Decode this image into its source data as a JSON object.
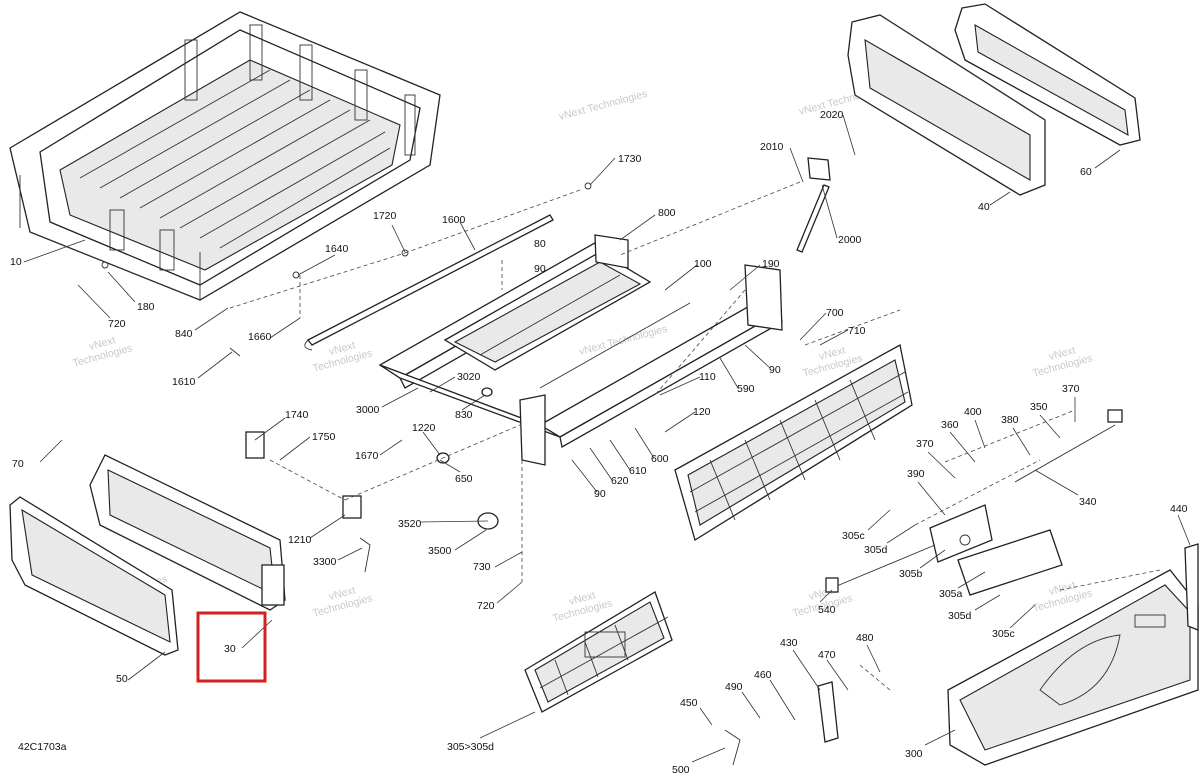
{
  "diagram": {
    "diagram_id": "42C1703a",
    "highlight_color": "#d42020",
    "line_color": "#222222",
    "watermark": {
      "line1": "vNext",
      "line2": "Technologies",
      "inline": "vNext Technologies"
    },
    "callouts": [
      {
        "id": "c10",
        "label": "10"
      },
      {
        "id": "c180",
        "label": "180"
      },
      {
        "id": "c720a",
        "label": "720"
      },
      {
        "id": "c840",
        "label": "840"
      },
      {
        "id": "c1720",
        "label": "1720"
      },
      {
        "id": "c1600",
        "label": "1600"
      },
      {
        "id": "c1730",
        "label": "1730"
      },
      {
        "id": "c800",
        "label": "800"
      },
      {
        "id": "c80",
        "label": "80"
      },
      {
        "id": "c90a",
        "label": "90"
      },
      {
        "id": "c1640",
        "label": "1640"
      },
      {
        "id": "c1660",
        "label": "1660"
      },
      {
        "id": "c1610",
        "label": "1610"
      },
      {
        "id": "c3020",
        "label": "3020"
      },
      {
        "id": "c3000",
        "label": "3000"
      },
      {
        "id": "c830",
        "label": "830"
      },
      {
        "id": "c1740",
        "label": "1740"
      },
      {
        "id": "c1750",
        "label": "1750"
      },
      {
        "id": "c1220",
        "label": "1220"
      },
      {
        "id": "c1670",
        "label": "1670"
      },
      {
        "id": "c650",
        "label": "650"
      },
      {
        "id": "c70",
        "label": "70"
      },
      {
        "id": "c1210",
        "label": "1210"
      },
      {
        "id": "c3520",
        "label": "3520"
      },
      {
        "id": "c3500",
        "label": "3500"
      },
      {
        "id": "c3300",
        "label": "3300"
      },
      {
        "id": "c730",
        "label": "730"
      },
      {
        "id": "c720b",
        "label": "720"
      },
      {
        "id": "c30",
        "label": "30"
      },
      {
        "id": "c50",
        "label": "50"
      },
      {
        "id": "c2010",
        "label": "2010"
      },
      {
        "id": "c2020",
        "label": "2020"
      },
      {
        "id": "c2000",
        "label": "2000"
      },
      {
        "id": "c40",
        "label": "40"
      },
      {
        "id": "c60",
        "label": "60"
      },
      {
        "id": "c100",
        "label": "100"
      },
      {
        "id": "c190",
        "label": "190"
      },
      {
        "id": "c700",
        "label": "700"
      },
      {
        "id": "c710",
        "label": "710"
      },
      {
        "id": "c90b",
        "label": "90"
      },
      {
        "id": "c590",
        "label": "590"
      },
      {
        "id": "c110",
        "label": "110"
      },
      {
        "id": "c120",
        "label": "120"
      },
      {
        "id": "c600",
        "label": "600"
      },
      {
        "id": "c610",
        "label": "610"
      },
      {
        "id": "c620",
        "label": "620"
      },
      {
        "id": "c90c",
        "label": "90"
      },
      {
        "id": "c370a",
        "label": "370"
      },
      {
        "id": "c350",
        "label": "350"
      },
      {
        "id": "c400",
        "label": "400"
      },
      {
        "id": "c380",
        "label": "380"
      },
      {
        "id": "c360",
        "label": "360"
      },
      {
        "id": "c370b",
        "label": "370"
      },
      {
        "id": "c390",
        "label": "390"
      },
      {
        "id": "c340",
        "label": "340"
      },
      {
        "id": "c305c1",
        "label": "305c"
      },
      {
        "id": "c305d1",
        "label": "305d"
      },
      {
        "id": "c305b",
        "label": "305b"
      },
      {
        "id": "c305a",
        "label": "305a"
      },
      {
        "id": "c305d2",
        "label": "305d"
      },
      {
        "id": "c305c2",
        "label": "305c"
      },
      {
        "id": "c540",
        "label": "540"
      },
      {
        "id": "c440",
        "label": "440"
      },
      {
        "id": "c430",
        "label": "430"
      },
      {
        "id": "c480",
        "label": "480"
      },
      {
        "id": "c470",
        "label": "470"
      },
      {
        "id": "c460",
        "label": "460"
      },
      {
        "id": "c490",
        "label": "490"
      },
      {
        "id": "c450",
        "label": "450"
      },
      {
        "id": "c500",
        "label": "500"
      },
      {
        "id": "c305_305d",
        "label": "305>305d"
      },
      {
        "id": "c300",
        "label": "300"
      }
    ]
  }
}
